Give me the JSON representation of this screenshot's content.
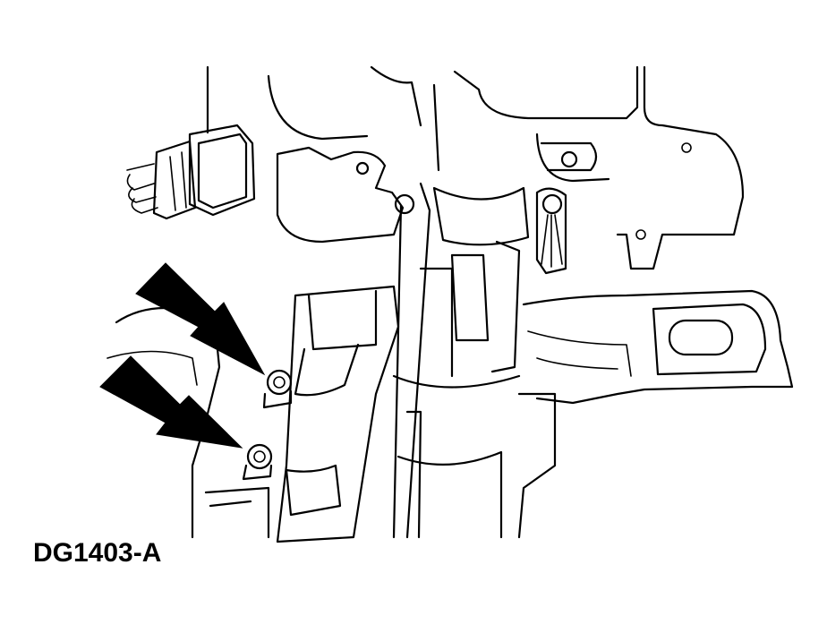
{
  "figure": {
    "id_label": "DG1403-A",
    "colors": {
      "ink": "#000000",
      "background": "#ffffff"
    }
  },
  "callouts": [
    {
      "icon": "arrow-icon",
      "points_to": "upper-bolt"
    },
    {
      "icon": "arrow-icon",
      "points_to": "lower-bolt"
    }
  ]
}
